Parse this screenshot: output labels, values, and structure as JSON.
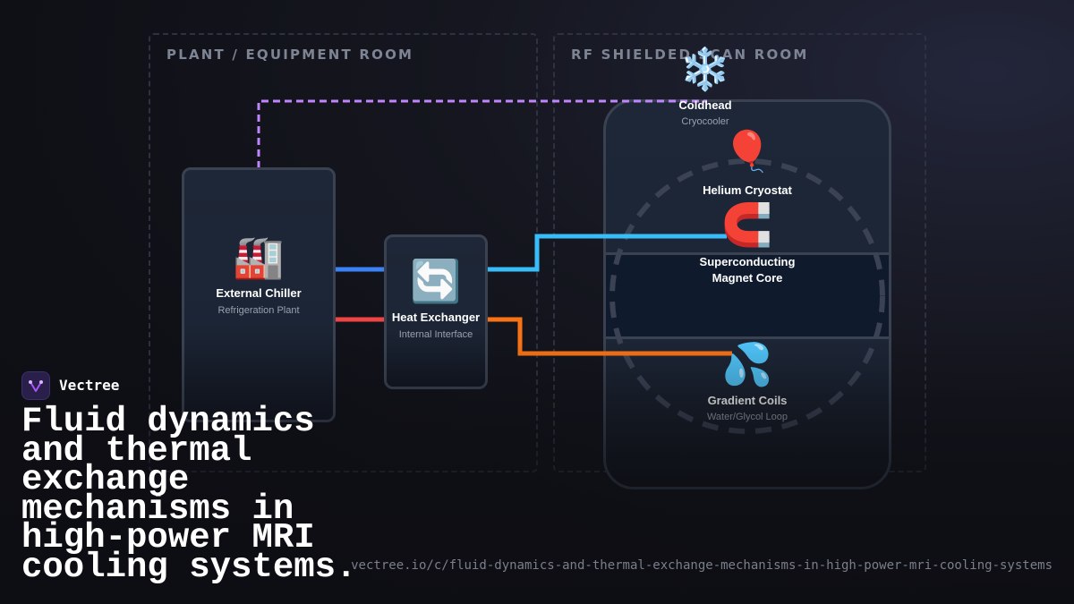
{
  "rooms": {
    "plant": {
      "label": "PLANT / EQUIPMENT ROOM"
    },
    "scan": {
      "label": "RF SHIELDED SCAN ROOM"
    }
  },
  "nodes": {
    "chiller": {
      "icon": "🏭",
      "icon_name": "factory-icon",
      "title": "External Chiller",
      "subtitle": "Refrigeration Plant"
    },
    "exchanger": {
      "icon": "🔄",
      "icon_name": "cycle-arrows-icon",
      "title": "Heat Exchanger",
      "subtitle": "Internal Interface"
    },
    "coldhead": {
      "icon": "❄️",
      "icon_name": "snowflake-icon",
      "title": "Coldhead",
      "subtitle": "Cryocooler"
    },
    "cryostat": {
      "icon": "🎈",
      "icon_name": "balloon-icon",
      "title": "Helium Cryostat"
    },
    "magnet": {
      "icon": "🧲",
      "icon_name": "magnet-icon",
      "title_line1": "Superconducting",
      "title_line2": "Magnet Core"
    },
    "coils": {
      "icon": "💦",
      "icon_name": "water-drops-icon",
      "title": "Gradient Coils",
      "subtitle": "Water/Glycol Loop"
    }
  },
  "colors": {
    "cold_supply": "#3b82f6",
    "cold_loop": "#38bdf8",
    "hot_return": "#ef4444",
    "warm_loop": "#f97316",
    "helium_link": "#c084fc",
    "brand_accent": "#a855f7"
  },
  "brand": {
    "name": "Vectree"
  },
  "headline": "Fluid dynamics and thermal exchange mechanisms in high-power MRI cooling systems.",
  "url": "vectree.io/c/fluid-dynamics-and-thermal-exchange-mechanisms-in-high-power-mri-cooling-systems"
}
